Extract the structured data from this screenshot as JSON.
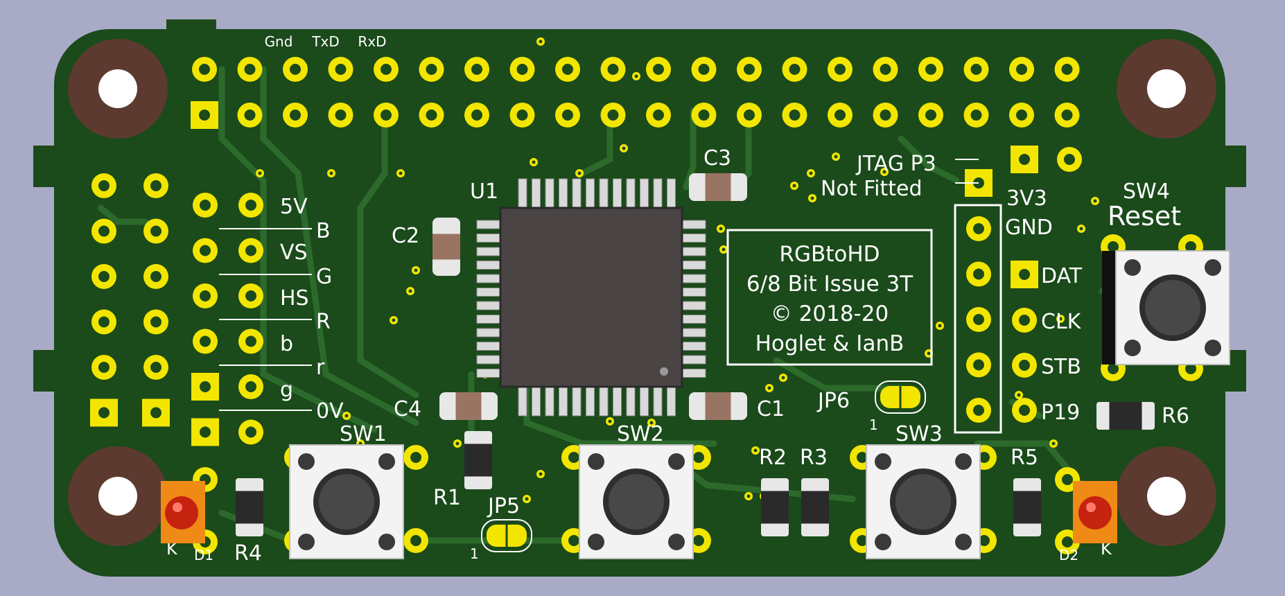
{
  "board": {
    "colors": {
      "background": "#a9abc6",
      "pcb": "#1b4a1b",
      "trace": "#2c6a2c",
      "pad": "#f2e600",
      "mounting_hole": "#5c3a2f",
      "silkscreen": "#ffffff",
      "chip": "#4a4444",
      "led": "#f08a17",
      "led_lens": "#c5230f"
    },
    "header_labels": {
      "gnd": "Gnd",
      "txd": "TxD",
      "rxd": "RxD"
    },
    "video_labels": [
      "5V",
      "B",
      "VS",
      "G",
      "HS",
      "R",
      "b",
      "r",
      "g",
      "0V"
    ],
    "jtag": {
      "line1": "JTAG P3",
      "line2": "Not Fitted"
    },
    "jtag_pins": [
      "3V3",
      "GND",
      "DAT",
      "CLK",
      "STB",
      "P19"
    ],
    "title_box": {
      "line1": "RGBtoHD",
      "line2": "6/8 Bit Issue 3T",
      "line3": "© 2018-20",
      "line4": "Hoglet & IanB"
    },
    "refdes": {
      "u1": "U1",
      "c1": "C1",
      "c2": "C2",
      "c3": "C3",
      "c4": "C4",
      "r1": "R1",
      "r2": "R2",
      "r3": "R3",
      "r4": "R4",
      "r5": "R5",
      "r6": "R6",
      "sw1": "SW1",
      "sw2": "SW2",
      "sw3": "SW3",
      "sw4": "SW4",
      "reset": "Reset",
      "jp5": "JP5",
      "jp6": "JP6",
      "d1": "D1",
      "d2": "D2",
      "k1": "K",
      "k2": "K",
      "pin1_jp5": "1",
      "pin1_jp6": "1"
    }
  }
}
